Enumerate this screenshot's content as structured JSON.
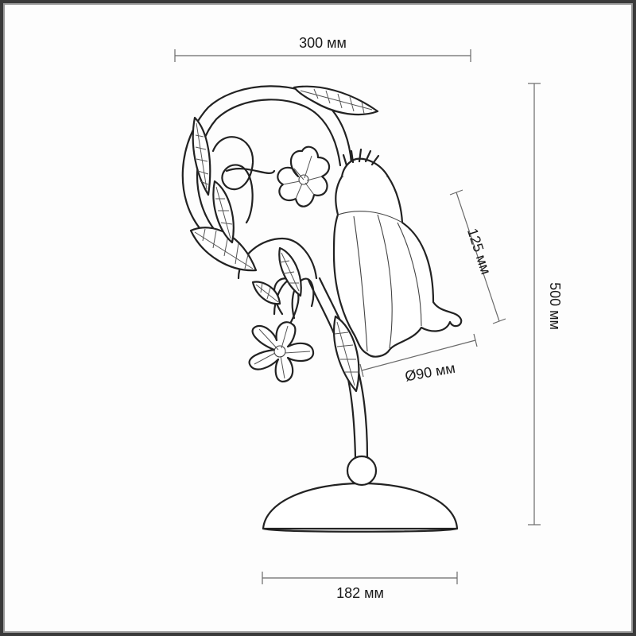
{
  "dimensions": {
    "width_top": "300 мм",
    "height_total": "500 мм",
    "shade_height": "125 мм",
    "shade_diameter": "Ø90 мм",
    "base_width": "182 мм"
  },
  "colors": {
    "ink": "#222222",
    "dimension_line": "#6a6a6a",
    "frame": "#3a3a3a",
    "background": "#fdfdfd"
  }
}
